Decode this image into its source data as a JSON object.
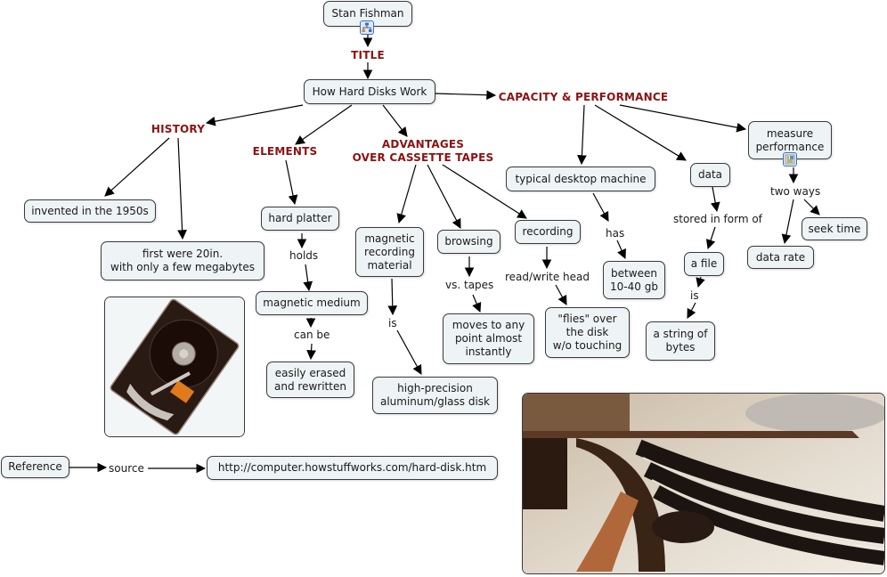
{
  "author": "Stan Fishman",
  "linking": {
    "title": "TITLE",
    "holds": "holds",
    "can_be": "can be",
    "is1": "is",
    "vs_tapes": "vs. tapes",
    "rw_head": "read/write head",
    "has": "has",
    "stored": "stored in form of",
    "is2": "is",
    "two_ways": "two ways",
    "source": "source"
  },
  "root": "How Hard Disks Work",
  "concepts": {
    "history": "HISTORY",
    "elements": "ELEMENTS",
    "advantages": "ADVANTAGES\nOVER CASSETTE TAPES",
    "capacity": "CAPACITY & PERFORMANCE"
  },
  "nodes": {
    "invented": "invented in the 1950s",
    "first": "first were 20in.\n with only a few megabytes",
    "platter": "hard platter",
    "medium": "magnetic medium",
    "erased": "easily erased\nand rewritten",
    "mag_rec": "magnetic\nrecording\nmaterial",
    "precision": "high-precision\naluminum/glass disk",
    "browsing": "browsing",
    "moves": "moves to any\npoint almost\ninstantly",
    "recording": "recording",
    "flies": "\"flies\" over\nthe disk\nw/o touching",
    "desktop": "typical desktop machine",
    "between": "between\n10-40 gb",
    "data": "data",
    "afile": "a file",
    "string": "a string of\nbytes",
    "measure": "measure\nperformance",
    "data_rate": "data rate",
    "seek": "seek time",
    "reference": "Reference",
    "url": "http://computer.howstuffworks.com/hard-disk.htm"
  },
  "icons": {
    "author_icon": "concept-map-icon",
    "measure_icon": "resource-document-icon"
  },
  "colors": {
    "concept_text": "#8b1212",
    "node_fill": "#eef3f5",
    "node_border": "#3a3a3a"
  }
}
